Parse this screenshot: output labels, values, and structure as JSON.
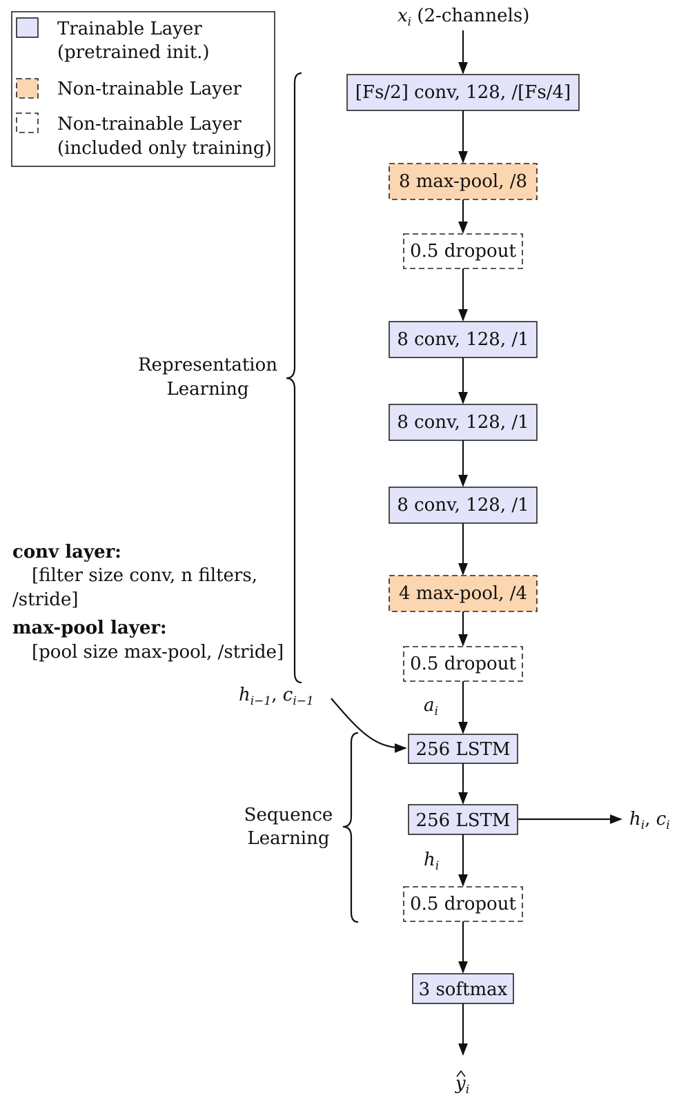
{
  "legend": {
    "items": [
      {
        "kind": "trainable",
        "line1": "Trainable Layer",
        "line2": "(pretrained init.)"
      },
      {
        "kind": "frozen",
        "line1": "Non-trainable Layer",
        "line2": ""
      },
      {
        "kind": "dropout",
        "line1": "Non-trainable Layer",
        "line2": "(included only training)"
      }
    ]
  },
  "input_label": {
    "var": "x",
    "sub": "i",
    "rest": " (2-channels)"
  },
  "nodes": [
    {
      "id": "conv0",
      "kind": "trainable",
      "label": "[Fs/2] conv, 128, /[Fs/4]"
    },
    {
      "id": "pool1",
      "kind": "frozen",
      "label": "8 max-pool, /8"
    },
    {
      "id": "drop1",
      "kind": "dropout",
      "label": "0.5 dropout"
    },
    {
      "id": "conv1",
      "kind": "trainable",
      "label": "8 conv, 128, /1"
    },
    {
      "id": "conv2",
      "kind": "trainable",
      "label": "8 conv, 128, /1"
    },
    {
      "id": "conv3",
      "kind": "trainable",
      "label": "8 conv, 128, /1"
    },
    {
      "id": "pool2",
      "kind": "frozen",
      "label": "4 max-pool, /4"
    },
    {
      "id": "drop2",
      "kind": "dropout",
      "label": "0.5 dropout"
    },
    {
      "id": "lstm1",
      "kind": "trainable",
      "label": "256 LSTM"
    },
    {
      "id": "lstm2",
      "kind": "trainable",
      "label": "256 LSTM"
    },
    {
      "id": "drop3",
      "kind": "dropout",
      "label": "0.5 dropout"
    },
    {
      "id": "softmax",
      "kind": "trainable",
      "label": "3 softmax"
    }
  ],
  "edge_labels": {
    "a": {
      "var": "a",
      "sub": "i"
    },
    "h": {
      "var": "h",
      "sub": "i"
    }
  },
  "state_in": {
    "h": "h",
    "h_sub": "i−1",
    "sep": ", ",
    "c": "c",
    "c_sub": "i−1"
  },
  "state_out": {
    "h": "h",
    "h_sub": "i",
    "sep": ", ",
    "c": "c",
    "c_sub": "i"
  },
  "output_label": {
    "var": "y",
    "sub": "i"
  },
  "groups": {
    "representation": {
      "line1": "Representation",
      "line2": "Learning"
    },
    "sequence": {
      "line1": "Sequence",
      "line2": "Learning"
    }
  },
  "notes": {
    "conv_title": "conv layer:",
    "conv_line1": "[filter size conv, n filters,",
    "conv_line2": "/stride]",
    "pool_title": "max-pool layer:",
    "pool_line1": "[pool size max-pool, /stride]"
  },
  "colors": {
    "trainable_fill": "#e3e3fa",
    "frozen_fill": "#fcd6b0",
    "dropout_fill": "#ffffff"
  }
}
